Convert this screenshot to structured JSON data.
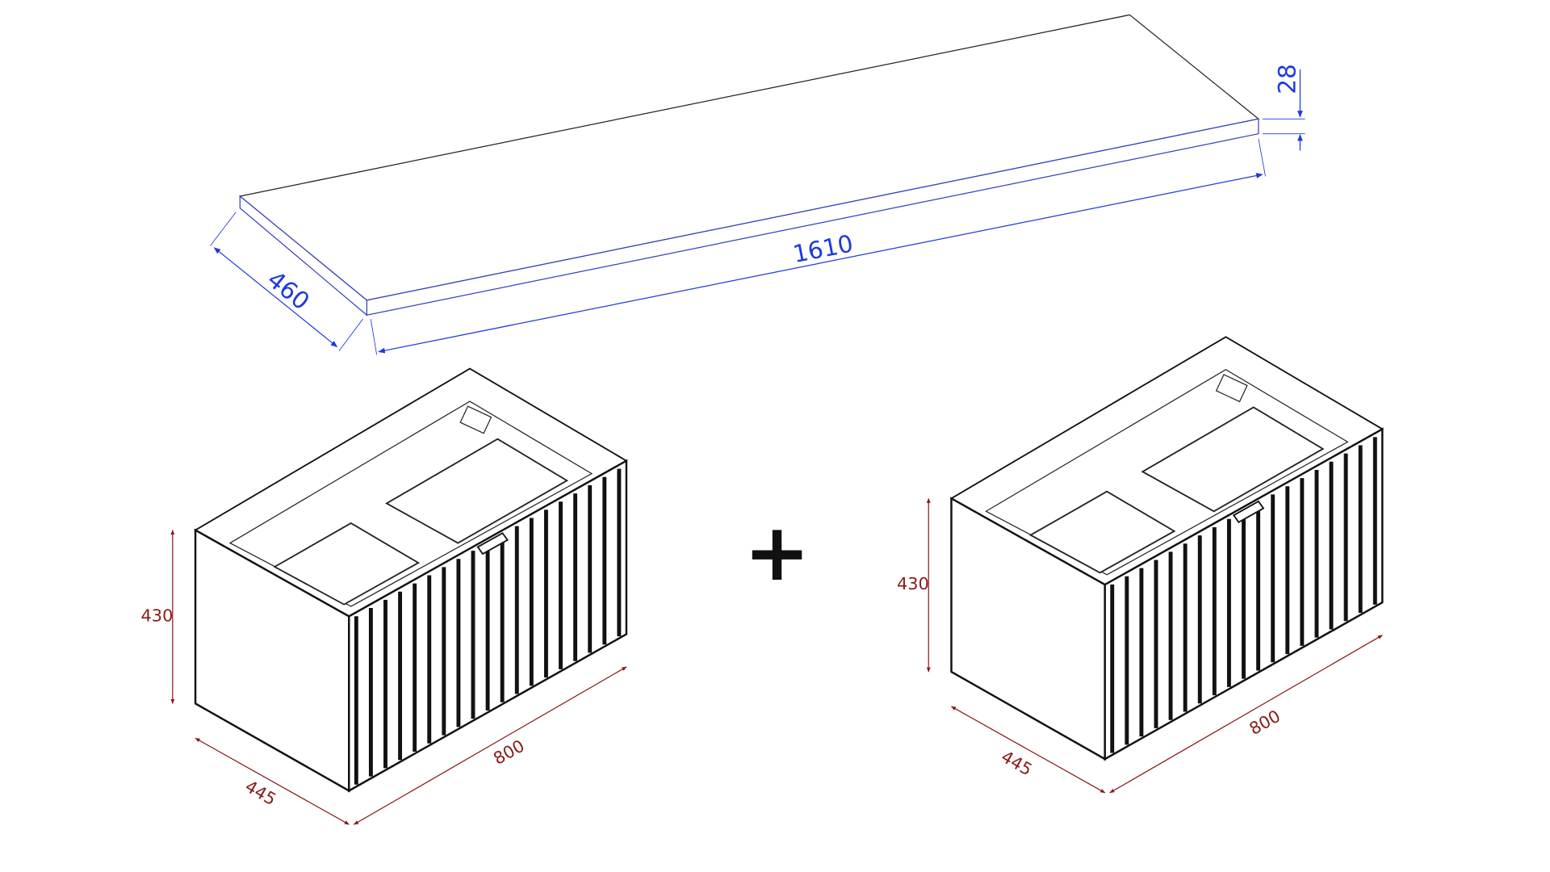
{
  "colors": {
    "blue_dim": "#1e3adf",
    "red_dim": "#8b1a1a",
    "line": "#111111"
  },
  "countertop": {
    "length": "1610",
    "depth": "460",
    "thickness": "28"
  },
  "plus_sign": "+",
  "cabinets": [
    {
      "height": "430",
      "width": "800",
      "depth": "445"
    },
    {
      "height": "430",
      "width": "800",
      "depth": "445"
    }
  ]
}
